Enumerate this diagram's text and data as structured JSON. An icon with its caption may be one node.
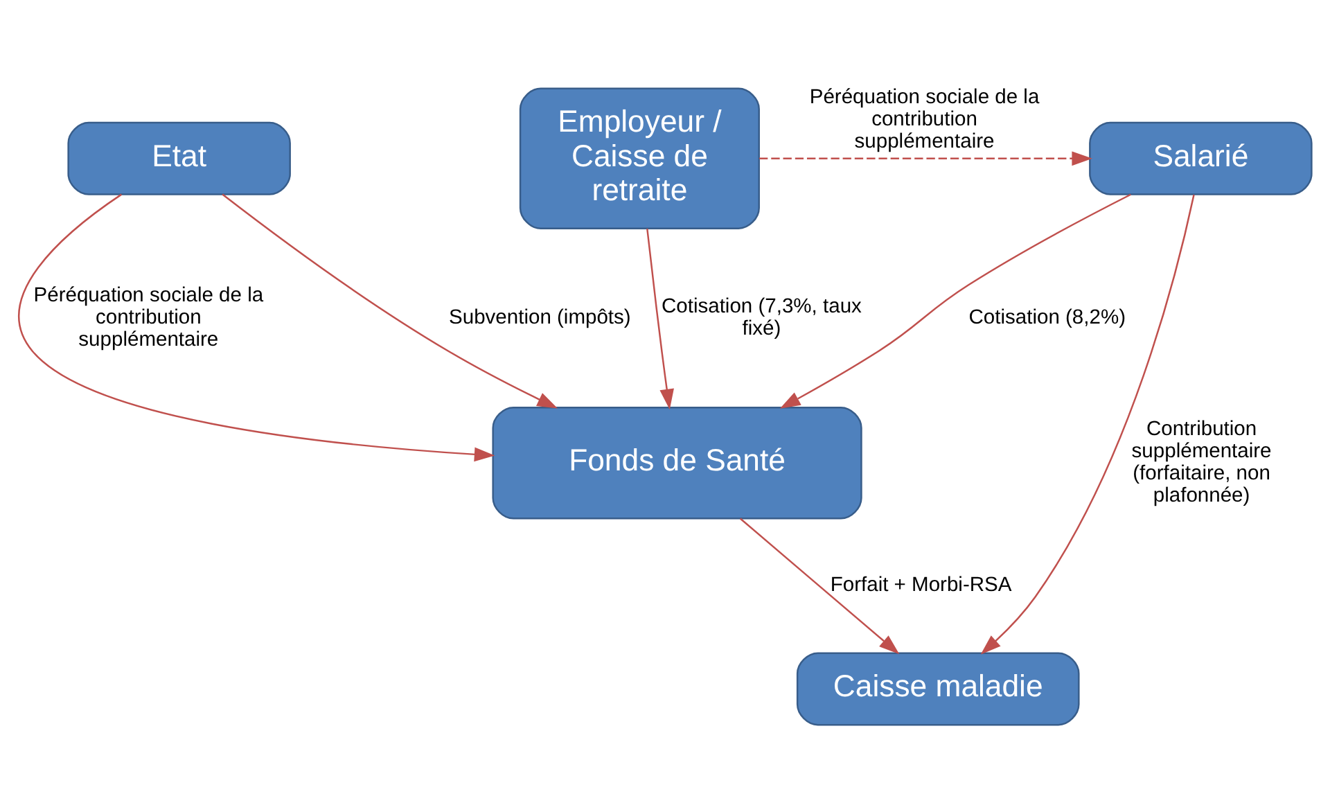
{
  "diagram": {
    "nodes": [
      {
        "text": [
          "Etat"
        ]
      },
      {
        "text": [
          "Salarié"
        ]
      },
      {
        "text": [
          "Employeur / Caisse de retraite"
        ]
      },
      {
        "text": [
          "Fonds de Santé"
        ]
      },
      {
        "text": [
          "Caisse maladie"
        ]
      }
    ],
    "edges": [
      {
        "from": 2,
        "to": 1,
        "arrow": "to",
        "style": "dashed",
        "label": "Péréquation sociale de la contribution supplémentaire"
      },
      {
        "from": 0,
        "to": 3,
        "arrow": "to",
        "label": "Péréquation sociale de la contribution supplémentaire"
      },
      {
        "from": 0,
        "to": 3,
        "arrow": "to",
        "label": "Subvention (impôts)"
      },
      {
        "from": 1,
        "to": 3,
        "arrow": "to",
        "label": "Cotisation (8,2%)"
      },
      {
        "from": 2,
        "to": 3,
        "arrow": "to",
        "label": "Cotisation (7,3%, taux fixé)"
      },
      {
        "from": 3,
        "to": 4,
        "arrow": "to",
        "label": "Forfait + Morbi-RSA"
      },
      {
        "from": 1,
        "to": 4,
        "arrow": "to",
        "label": "Contribution supplémentaire (forfaitaire, non plafonnée)"
      }
    ]
  }
}
